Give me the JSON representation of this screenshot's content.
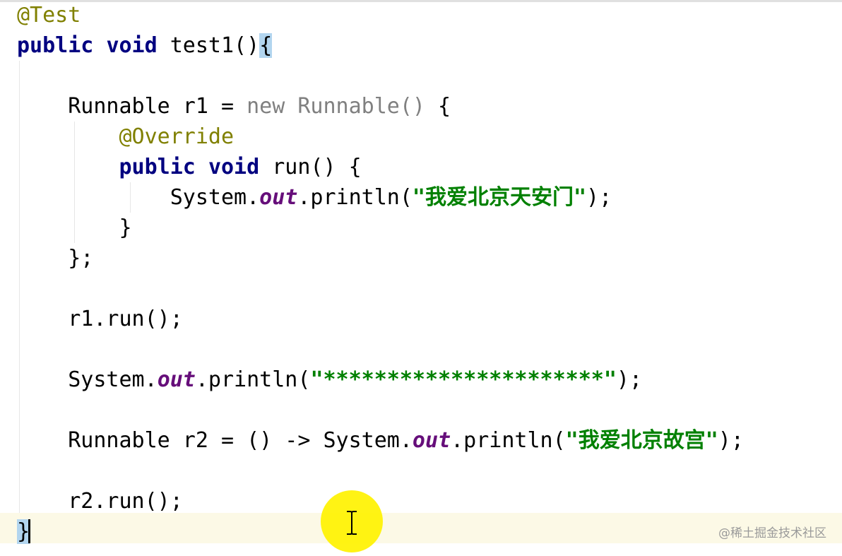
{
  "editor": {
    "lines": [
      {
        "tokens": [
          {
            "t": "@Test",
            "c": "ann"
          }
        ]
      },
      {
        "tokens": [
          {
            "t": "public",
            "c": "kw"
          },
          {
            "t": " "
          },
          {
            "t": "void",
            "c": "kw"
          },
          {
            "t": " test1()"
          },
          {
            "t": "{",
            "c": "brace-hl"
          }
        ]
      },
      {
        "tokens": []
      },
      {
        "tokens": [
          {
            "t": "    Runnable r1 = "
          },
          {
            "t": "new Runnable()",
            "c": "gray"
          },
          {
            "t": " {"
          }
        ]
      },
      {
        "tokens": [
          {
            "t": "        "
          },
          {
            "t": "@Override",
            "c": "ann"
          }
        ]
      },
      {
        "tokens": [
          {
            "t": "        "
          },
          {
            "t": "public",
            "c": "kw"
          },
          {
            "t": " "
          },
          {
            "t": "void",
            "c": "kw"
          },
          {
            "t": " run() {"
          }
        ]
      },
      {
        "tokens": [
          {
            "t": "            System."
          },
          {
            "t": "out",
            "c": "fld"
          },
          {
            "t": ".println("
          },
          {
            "t": "\"我爱北京天安门\"",
            "c": "str"
          },
          {
            "t": ");"
          }
        ]
      },
      {
        "tokens": [
          {
            "t": "        }"
          }
        ]
      },
      {
        "tokens": [
          {
            "t": "    };"
          }
        ]
      },
      {
        "tokens": []
      },
      {
        "tokens": [
          {
            "t": "    r1.run();"
          }
        ]
      },
      {
        "tokens": []
      },
      {
        "tokens": [
          {
            "t": "    System."
          },
          {
            "t": "out",
            "c": "fld"
          },
          {
            "t": ".println("
          },
          {
            "t": "\"**********************\"",
            "c": "str"
          },
          {
            "t": ");"
          }
        ]
      },
      {
        "tokens": []
      },
      {
        "tokens": [
          {
            "t": "    Runnable r2 = () -> System."
          },
          {
            "t": "out",
            "c": "fld"
          },
          {
            "t": ".println("
          },
          {
            "t": "\"我爱北京故宫\"",
            "c": "str"
          },
          {
            "t": ");"
          }
        ]
      },
      {
        "tokens": []
      },
      {
        "tokens": [
          {
            "t": "    r2.run();"
          }
        ]
      },
      {
        "tokens": [
          {
            "t": "}",
            "c": "brace-hl"
          },
          {
            "t": "",
            "c": "caret"
          }
        ]
      }
    ]
  },
  "colors": {
    "keyword": "#000080",
    "annotation": "#808000",
    "string": "#008000",
    "static_field": "#660e7a",
    "unused": "#808080",
    "brace_highlight": "#b2d5ef",
    "current_line": "#fcf9e6",
    "cursor_halo": "#fff200"
  },
  "cursor": {
    "icon": "text-ibeam-icon"
  },
  "watermark": {
    "text": "@稀土掘金技术社区"
  }
}
